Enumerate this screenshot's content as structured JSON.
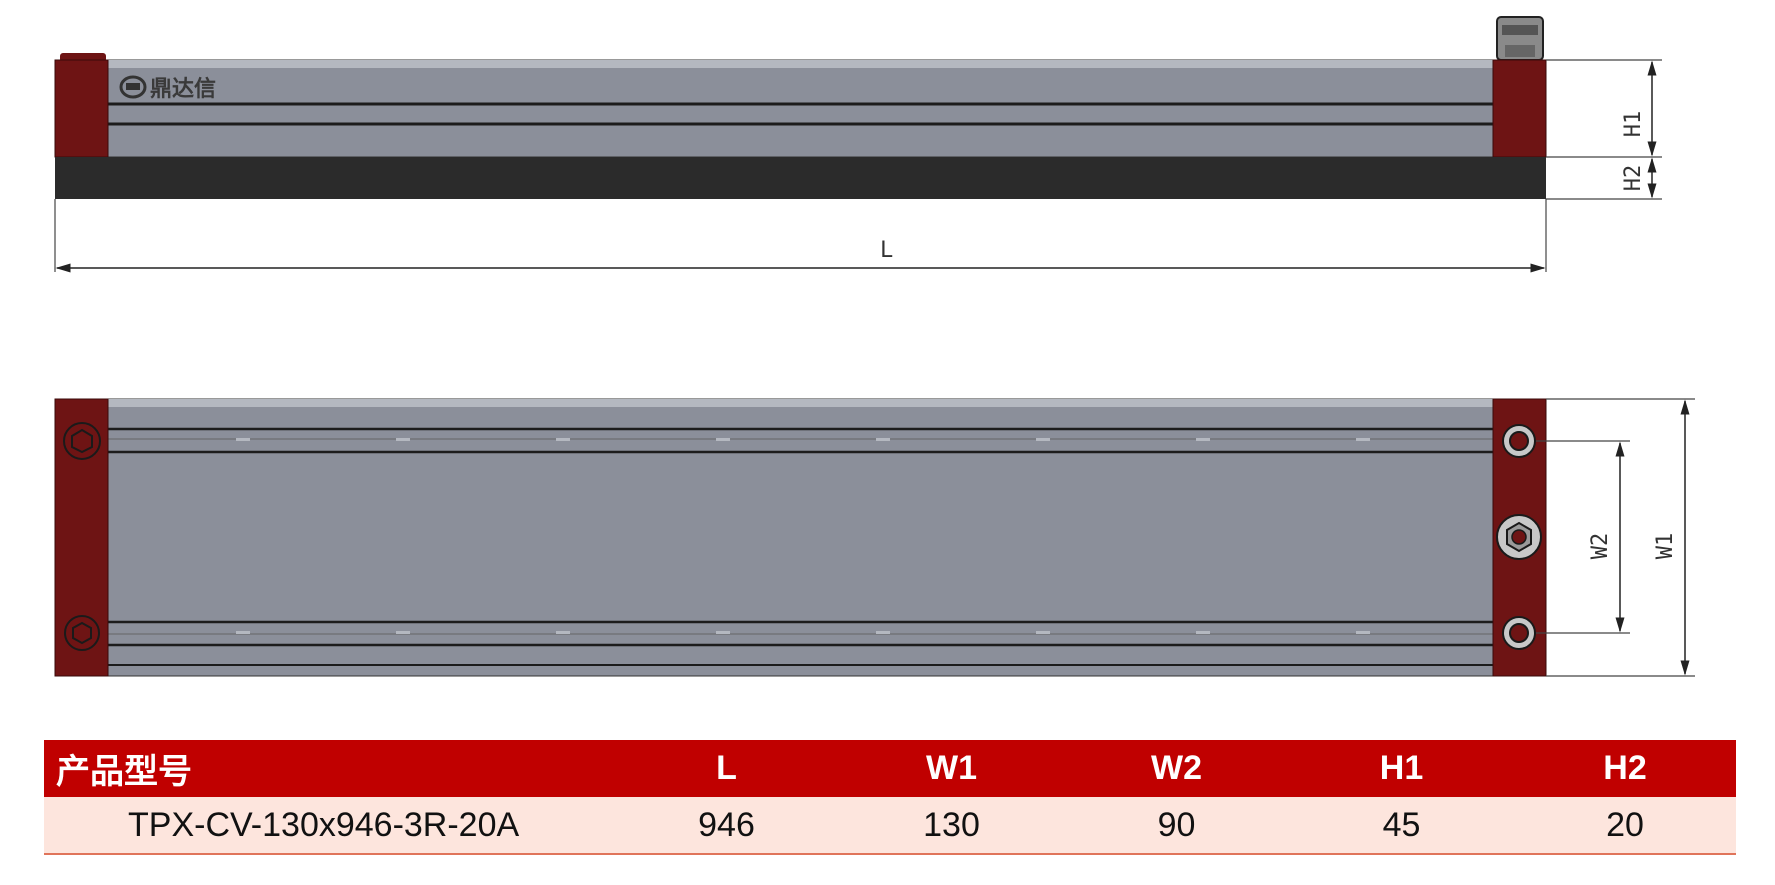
{
  "brand": {
    "text": "鼎达信",
    "logo_icon": "brand-logo-icon"
  },
  "dimension_labels": {
    "L": "L",
    "H1": "H1",
    "H2": "H2",
    "W1": "W1",
    "W2": "W2"
  },
  "colors": {
    "end_cap": "#6e1414",
    "body": "#8b8f9a",
    "base": "#2b2b2b",
    "header": "#c00000",
    "row": "#fde5dd"
  },
  "table": {
    "headers": [
      "产品型号",
      "L",
      "W1",
      "W2",
      "H1",
      "H2"
    ],
    "rows": [
      [
        "TPX-CV-130x946-3R-20A",
        "946",
        "130",
        "90",
        "45",
        "20"
      ]
    ]
  }
}
